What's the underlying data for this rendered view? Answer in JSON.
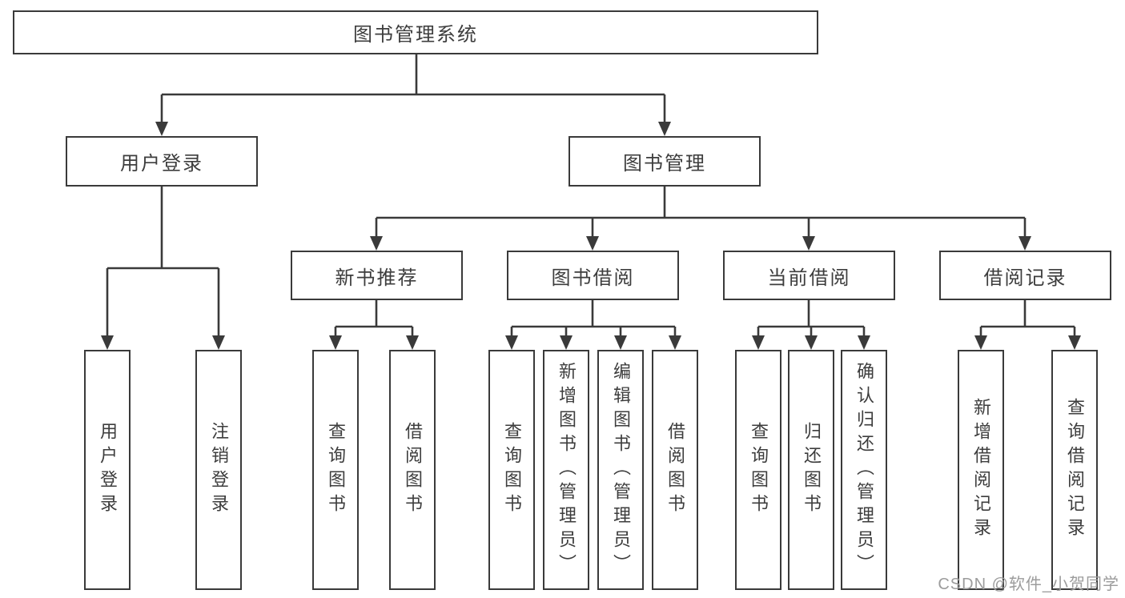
{
  "diagram_title": "图书管理系统",
  "structure": [
    {
      "label": "图书管理系统",
      "children": [
        {
          "label": "用户登录",
          "children": [
            {
              "label": "用户登录"
            },
            {
              "label": "注销登录"
            }
          ]
        },
        {
          "label": "图书管理",
          "children": [
            {
              "label": "新书推荐",
              "children": [
                {
                  "label": "查询图书"
                },
                {
                  "label": "借阅图书"
                }
              ]
            },
            {
              "label": "图书借阅",
              "children": [
                {
                  "label": "查询图书"
                },
                {
                  "label": "新增图书（管理员）"
                },
                {
                  "label": "编辑图书（管理员）"
                },
                {
                  "label": "借阅图书"
                }
              ]
            },
            {
              "label": "当前借阅",
              "children": [
                {
                  "label": "查询图书"
                },
                {
                  "label": "归还图书"
                },
                {
                  "label": "确认归还（管理员）"
                }
              ]
            },
            {
              "label": "借阅记录",
              "children": [
                {
                  "label": "新增借阅记录"
                },
                {
                  "label": "查询借阅记录"
                }
              ]
            }
          ]
        }
      ]
    }
  ],
  "watermark": {
    "text": "CSDN @软件_小贺同学"
  },
  "colors": {
    "line": "#3a3a3a",
    "text": "#3d3d3d",
    "watermark": "#9c9c9c",
    "background": "#ffffff"
  }
}
